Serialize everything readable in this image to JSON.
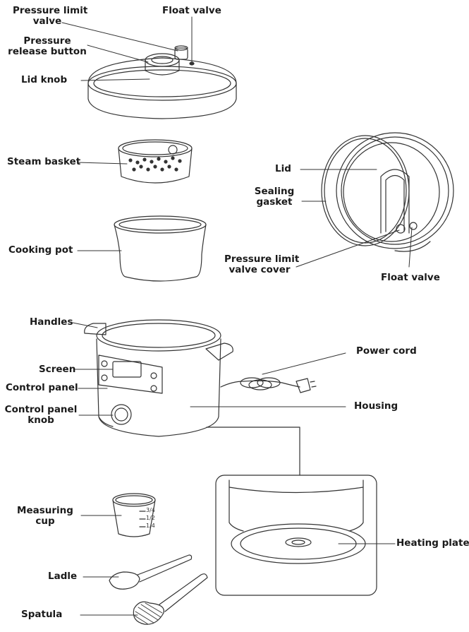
{
  "labels": {
    "pressure_limit_valve": [
      "Pressure limit",
      "valve"
    ],
    "float_valve_top": "Float valve",
    "pressure_release_button": [
      "Pressure",
      "release button"
    ],
    "lid_knob": "Lid knob",
    "steam_basket": "Steam basket",
    "lid": "Lid",
    "sealing_gasket": [
      "Sealing",
      "gasket"
    ],
    "cooking_pot": "Cooking pot",
    "pressure_limit_valve_cover": [
      "Pressure limit",
      "valve cover"
    ],
    "float_valve_side": "Float valve",
    "handles": "Handles",
    "power_cord": "Power cord",
    "screen": "Screen",
    "control_panel": "Control panel",
    "control_panel_knob": [
      "Control panel",
      "knob"
    ],
    "housing": "Housing",
    "measuring_cup": [
      "Measuring",
      "cup"
    ],
    "heating_plate": "Heating plate",
    "ladle": "Ladle",
    "spatula": "Spatula"
  },
  "cup_marks": [
    "3/4",
    "1/2",
    "1/4"
  ],
  "colors": {
    "ink": "#1a1a1a",
    "line": "#333333",
    "background": "#ffffff"
  }
}
